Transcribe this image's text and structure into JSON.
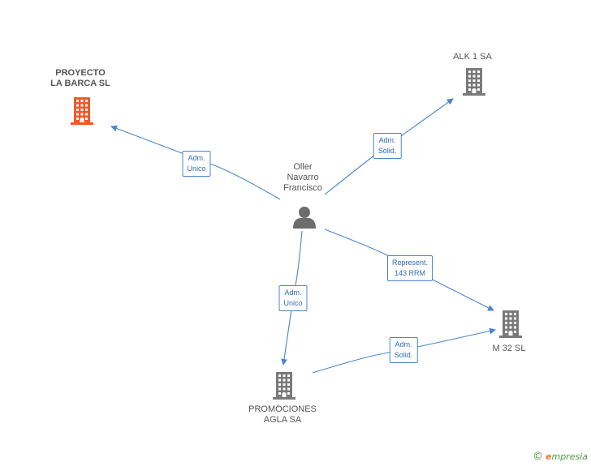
{
  "colors": {
    "edge": "#4a86c8",
    "building_gray": "#7a7a7a",
    "building_highlight": "#f05a28",
    "person": "#6d6d6d"
  },
  "nodes": [
    {
      "id": "proyecto",
      "type": "building",
      "highlight": true,
      "lines": [
        "PROYECTO",
        "LA BARCA SL"
      ]
    },
    {
      "id": "alk",
      "type": "building",
      "highlight": false,
      "lines": [
        "ALK 1 SA"
      ]
    },
    {
      "id": "oller",
      "type": "person",
      "highlight": false,
      "lines": [
        "Oller",
        "Navarro",
        "Francisco"
      ]
    },
    {
      "id": "m32",
      "type": "building",
      "highlight": false,
      "lines": [
        "M 32 SL"
      ]
    },
    {
      "id": "promociones",
      "type": "building",
      "highlight": false,
      "lines": [
        "PROMOCIONES",
        "AGLA SA"
      ]
    }
  ],
  "edges": [
    {
      "id": "e1",
      "from": "oller",
      "to": "proyecto",
      "label": [
        "Adm.",
        "Unico"
      ]
    },
    {
      "id": "e2",
      "from": "oller",
      "to": "alk",
      "label": [
        "Adm.",
        "Solid."
      ]
    },
    {
      "id": "e3",
      "from": "oller",
      "to": "m32",
      "label": [
        "Represent.",
        "143 RRM"
      ]
    },
    {
      "id": "e4",
      "from": "oller",
      "to": "promociones",
      "label": [
        "Adm.",
        "Unico"
      ]
    },
    {
      "id": "e5",
      "from": "promociones",
      "to": "m32",
      "label": [
        "Adm.",
        "Solid."
      ]
    }
  ],
  "brand": {
    "copyright": "©",
    "initial": "e",
    "rest": "mpresia"
  }
}
